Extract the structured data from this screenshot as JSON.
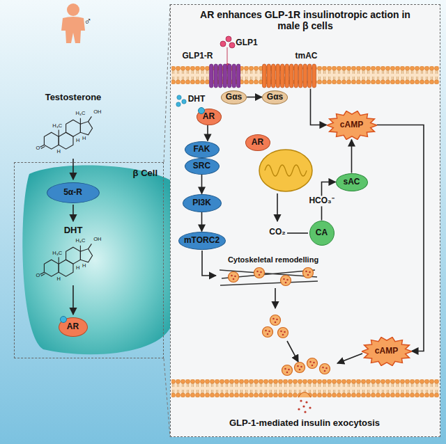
{
  "diagram": {
    "nodes": [
      {
        "text": [
          "β Cell"
        ]
      },
      {
        "text": [
          "5α-R"
        ],
        "in": 0
      },
      {
        "text": [
          "AR"
        ],
        "in": 0
      },
      {
        "text": [
          "AR enhances GLP-1R insulinotropic action in male β cells"
        ]
      },
      {
        "text": [
          "GLP1-R"
        ],
        "in": 3
      },
      {
        "text": [
          "tmAC"
        ],
        "in": 3
      },
      {
        "text": [
          "Gαs"
        ],
        "in": 3
      },
      {
        "text": [
          "Gαs"
        ],
        "in": 3
      },
      {
        "text": [
          "AR"
        ],
        "in": 3
      },
      {
        "text": [
          "FAK"
        ],
        "in": 3
      },
      {
        "text": [
          "SRC"
        ],
        "in": 3
      },
      {
        "text": [
          "PI3K"
        ],
        "in": 3
      },
      {
        "text": [
          "mTORC2"
        ],
        "in": 3
      },
      {
        "text": [
          "AR"
        ],
        "in": 3
      },
      {
        "text": [
          "CA"
        ],
        "in": 3
      },
      {
        "text": [
          "sAC"
        ],
        "in": 3
      },
      {
        "text": [
          "cAMP"
        ],
        "in": 3
      },
      {
        "text": [
          "cAMP"
        ],
        "in": 3
      }
    ],
    "edges": [
      {
        "from": 6,
        "to": 7,
        "arrow": "to"
      },
      {
        "from": 5,
        "to": 16,
        "arrow": "to"
      },
      {
        "from": 8,
        "to": 9,
        "arrow": "to"
      },
      {
        "from": 10,
        "to": 11,
        "arrow": "to"
      },
      {
        "from": 11,
        "to": 12,
        "arrow": "to"
      },
      {
        "from": 14,
        "to": 15,
        "label": "HCO₃⁻",
        "arrow": "to"
      },
      {
        "from": 15,
        "to": 16,
        "arrow": "to"
      },
      {
        "from": 16,
        "to": 17,
        "arrow": "to"
      }
    ],
    "labels": [
      "♂",
      "Testosterone",
      "H₃C",
      "H₃C",
      "OH",
      "H",
      "H",
      "H",
      "O",
      "DHT",
      "H₃C",
      "H₃C",
      "OH",
      "H",
      "H",
      "H",
      "O",
      "GLP1",
      "DHT",
      "CO₂",
      "Cytoskeletal remodelling",
      "GLP-1-mediated insulin exocytosis"
    ]
  }
}
